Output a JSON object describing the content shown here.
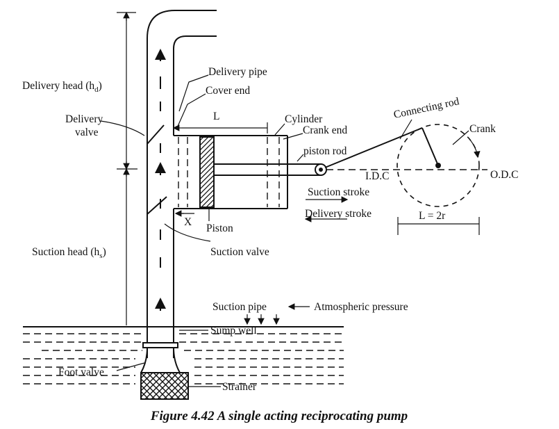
{
  "labels": {
    "delivery_head": "Delivery head (h",
    "delivery_head_sub": "d",
    "delivery_pipe": "Delivery pipe",
    "cover_end": "Cover end",
    "cylinder": "Cylinder",
    "crank_end": "Crank end",
    "length": "L",
    "delivery_valve_1": "Delivery",
    "delivery_valve_2": "valve",
    "piston_rod": "piston rod",
    "connecting_rod": "Connecting rod",
    "crank": "Crank",
    "idc": "I.D.C",
    "odc": "O.D.C",
    "suction_stroke": "Suction stroke",
    "delivery_stroke": "Delivery stroke",
    "stroke_length": "L = 2r",
    "x_mark": "X",
    "piston": "Piston",
    "suction_valve": "Suction valve",
    "suction_head": "Suction head (h",
    "suction_head_sub": "s",
    "suction_pipe": "Suction pipe",
    "atmospheric_pressure": "Atmospheric pressure",
    "sump_well": "Sump well",
    "foot_valve": "Foot valve",
    "strainer": "Strainer"
  },
  "caption": "Figure 4.42 A single acting reciprocating pump"
}
